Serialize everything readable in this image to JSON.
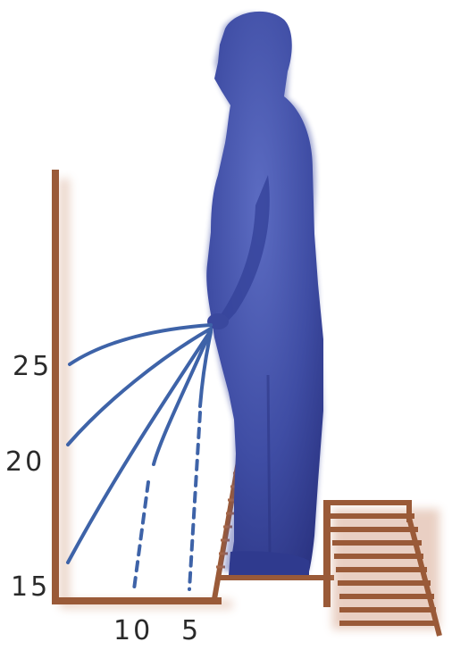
{
  "labels": {
    "height_25": "25",
    "height_20": "20",
    "height_15": "15",
    "distance_10": "10",
    "distance_5": "5"
  },
  "colors": {
    "figure": "#3c4aa0",
    "wall": "#9a5a38",
    "stream": "#3e63a8",
    "background": "#ffffff"
  },
  "icons": {
    "figure": "standing-man-silhouette",
    "step": "wooden-step"
  }
}
